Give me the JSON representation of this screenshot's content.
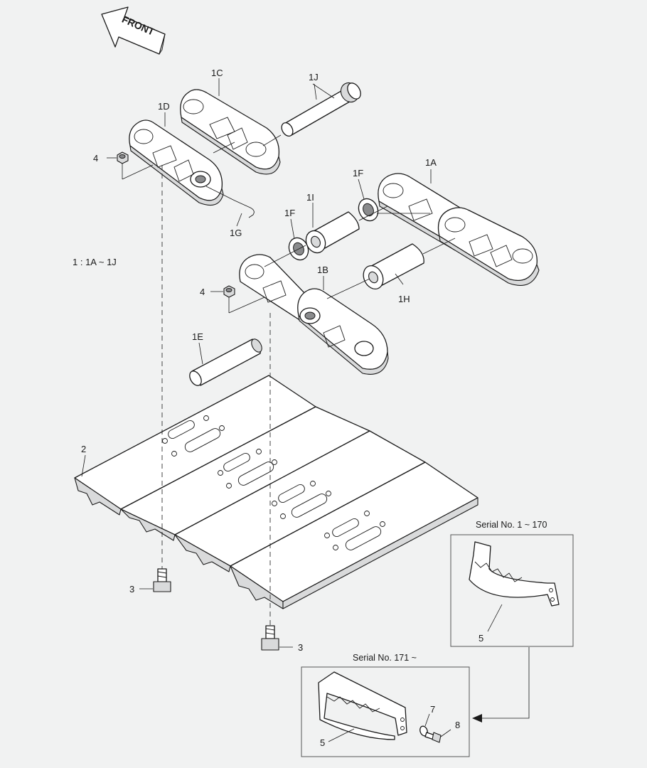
{
  "front_label": "FRONT",
  "assembly_note": "1 : 1A ~ 1J",
  "callouts": {
    "c1A": "1A",
    "c1B": "1B",
    "c1C": "1C",
    "c1D": "1D",
    "c1E": "1E",
    "c1F_a": "1F",
    "c1F_b": "1F",
    "c1G": "1G",
    "c1H": "1H",
    "c1I": "1I",
    "c1J": "1J",
    "c2": "2",
    "c3_a": "3",
    "c3_b": "3",
    "c4_a": "4",
    "c4_b": "4",
    "c5_a": "5",
    "c5_b": "5",
    "c7": "7",
    "c8": "8"
  },
  "inset_upper": {
    "title": "Serial No. 1 ~ 170"
  },
  "inset_lower": {
    "title": "Serial No. 171 ~"
  }
}
